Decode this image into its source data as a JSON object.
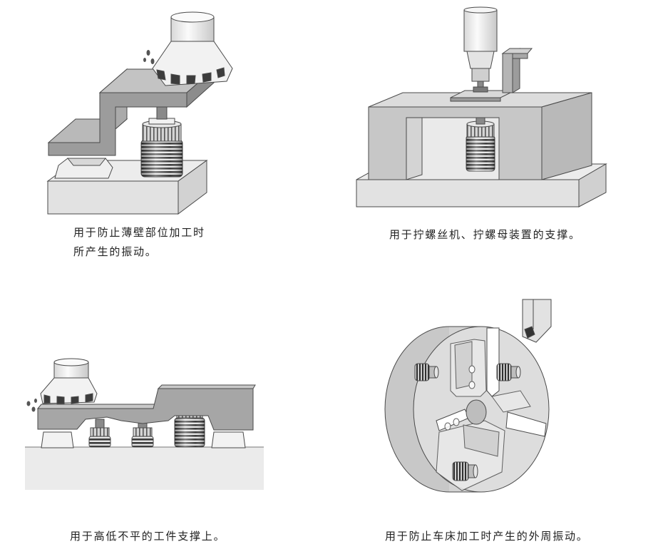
{
  "captions": [
    {
      "lines": [
        "用于防止薄壁部位加工时",
        "所产生的振动。"
      ]
    },
    {
      "lines": [
        "用于拧螺丝机、拧螺母装置的支撑。"
      ]
    },
    {
      "lines": [
        "用于高低不平的工件支撑上。"
      ]
    },
    {
      "lines": [
        "用于防止车床加工时产生的外周振动。"
      ]
    }
  ]
}
